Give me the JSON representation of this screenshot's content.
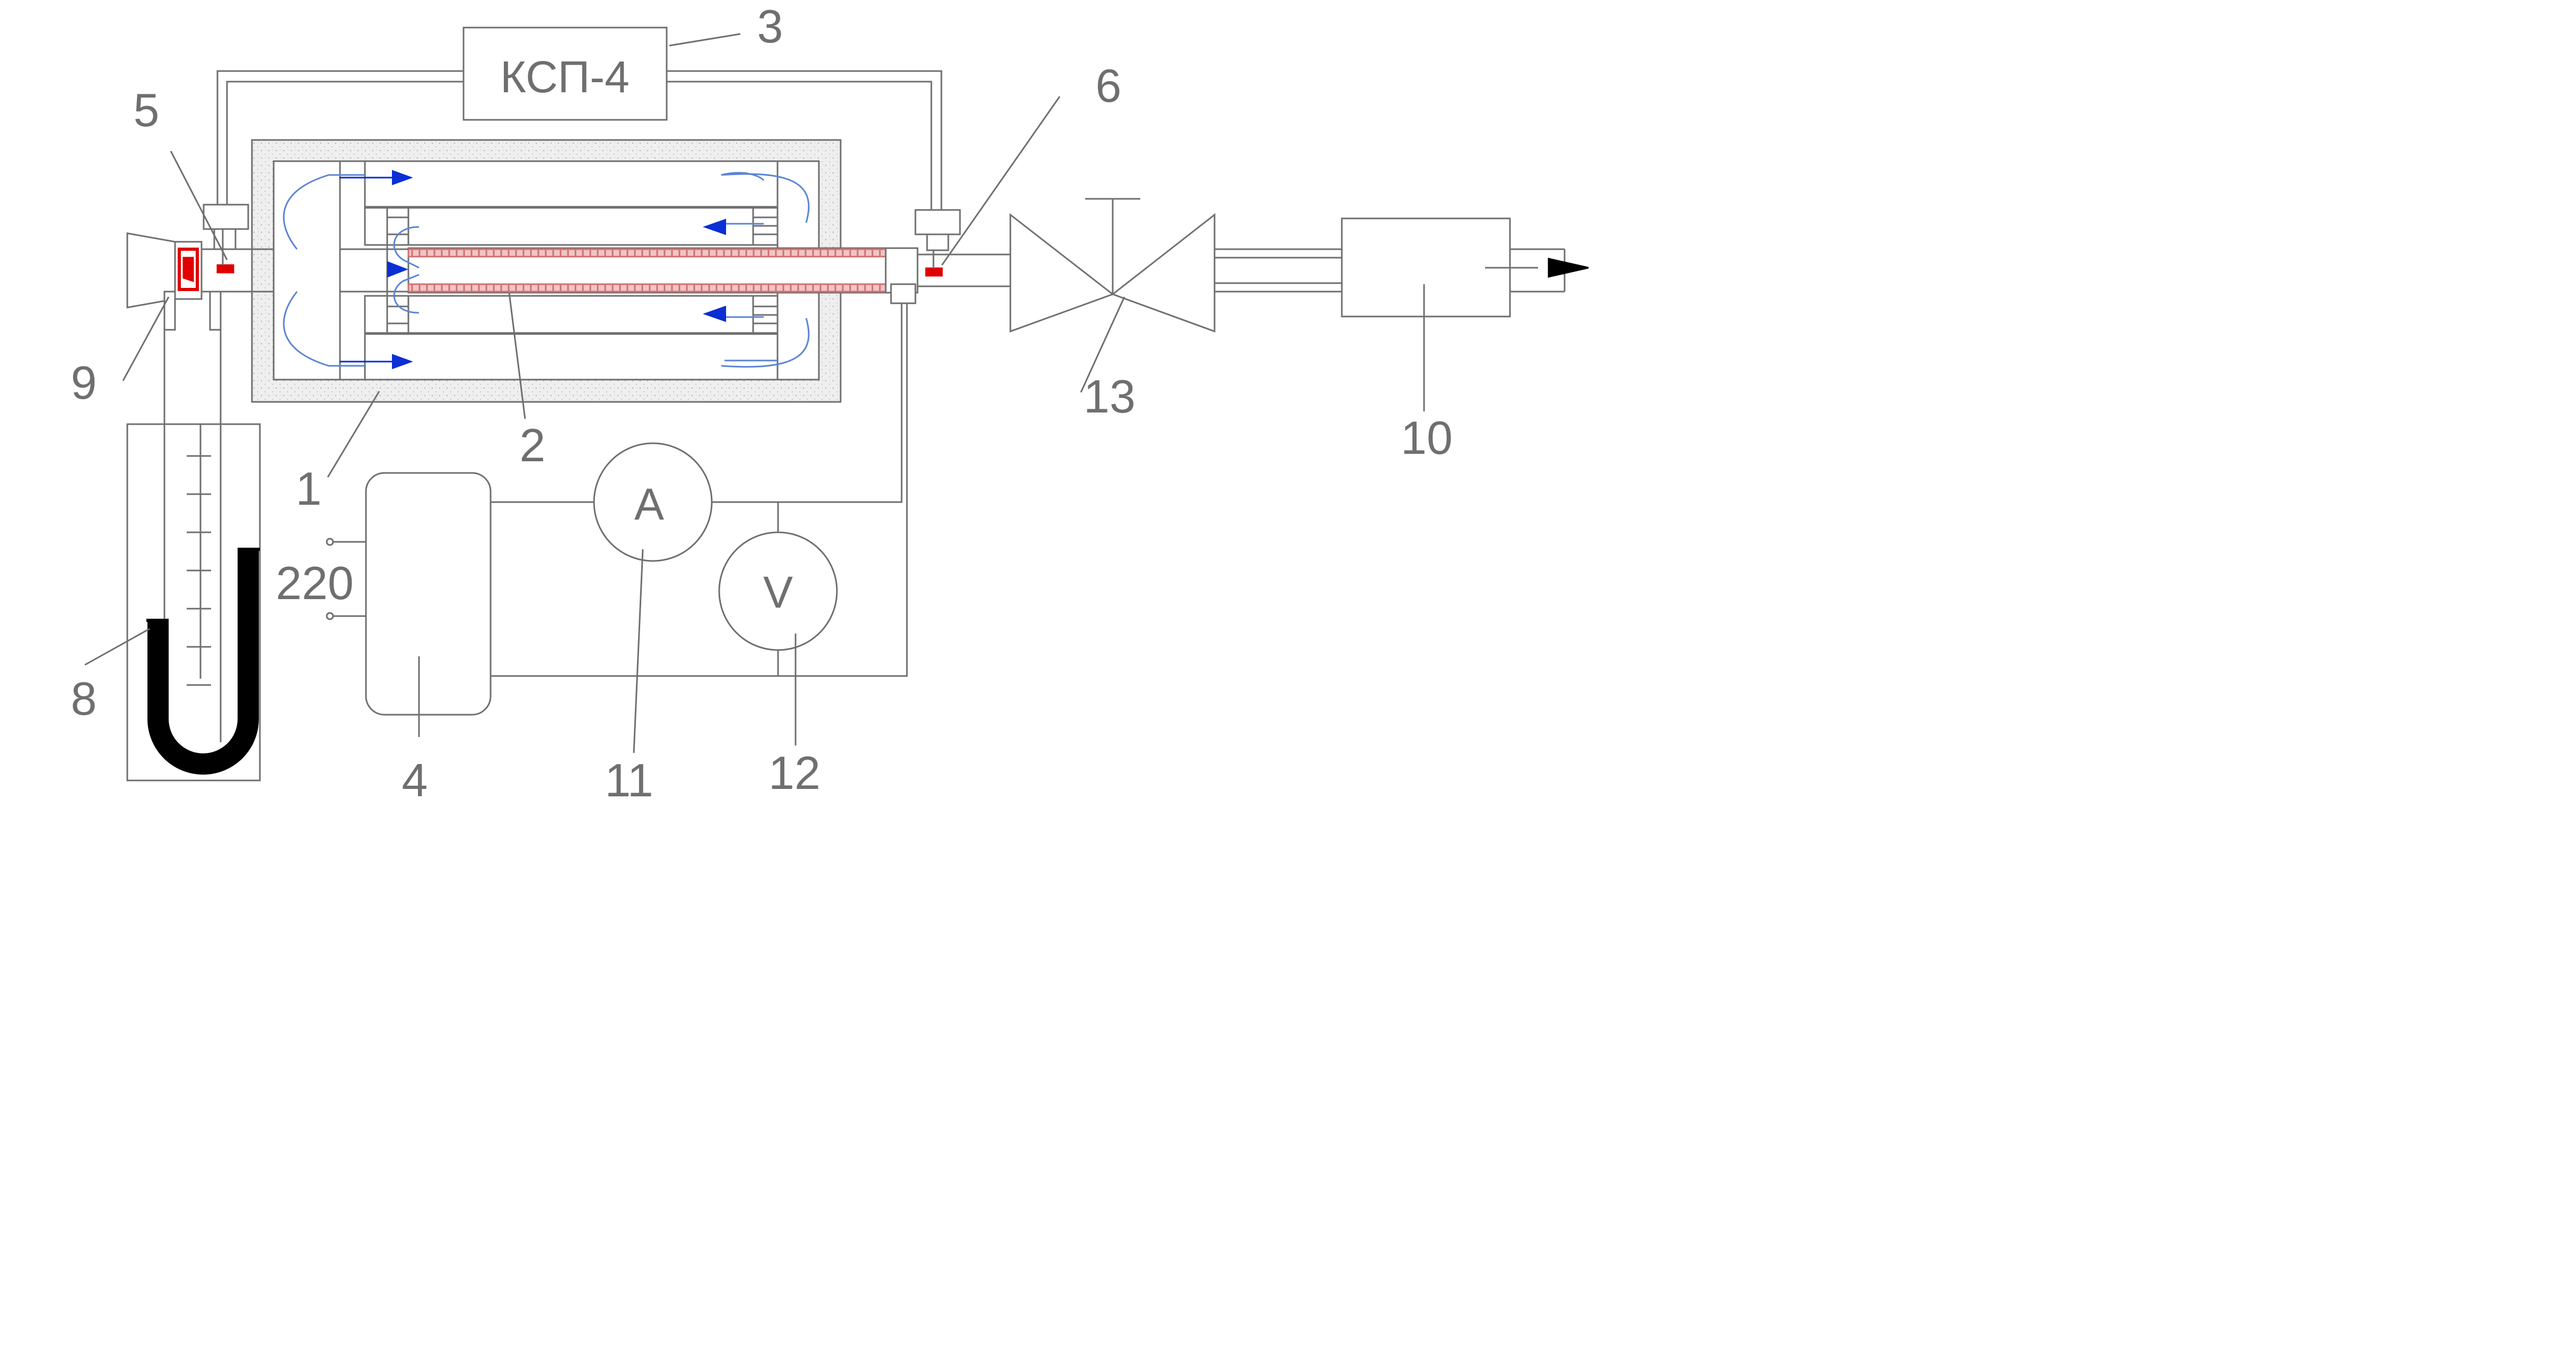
{
  "diagram": {
    "recorder_label": "КСП-4",
    "ammeter_symbol": "A",
    "voltmeter_symbol": "V",
    "supply_voltage": "220",
    "callouts": {
      "c1": "1",
      "c2": "2",
      "c3": "3",
      "c4": "4",
      "c5": "5",
      "c6": "6",
      "c8": "8",
      "c9": "9",
      "c10": "10",
      "c11": "11",
      "c12": "12",
      "c13": "13"
    }
  },
  "colors": {
    "line": "#6f6f6f",
    "flow_arrow": "#0a2fd4",
    "flow_line": "#5b84d6",
    "heater": "#e9a3a3",
    "sensor": "#e00000",
    "manometer_fluid": "#000000",
    "insulation": "#e8e8e8"
  }
}
